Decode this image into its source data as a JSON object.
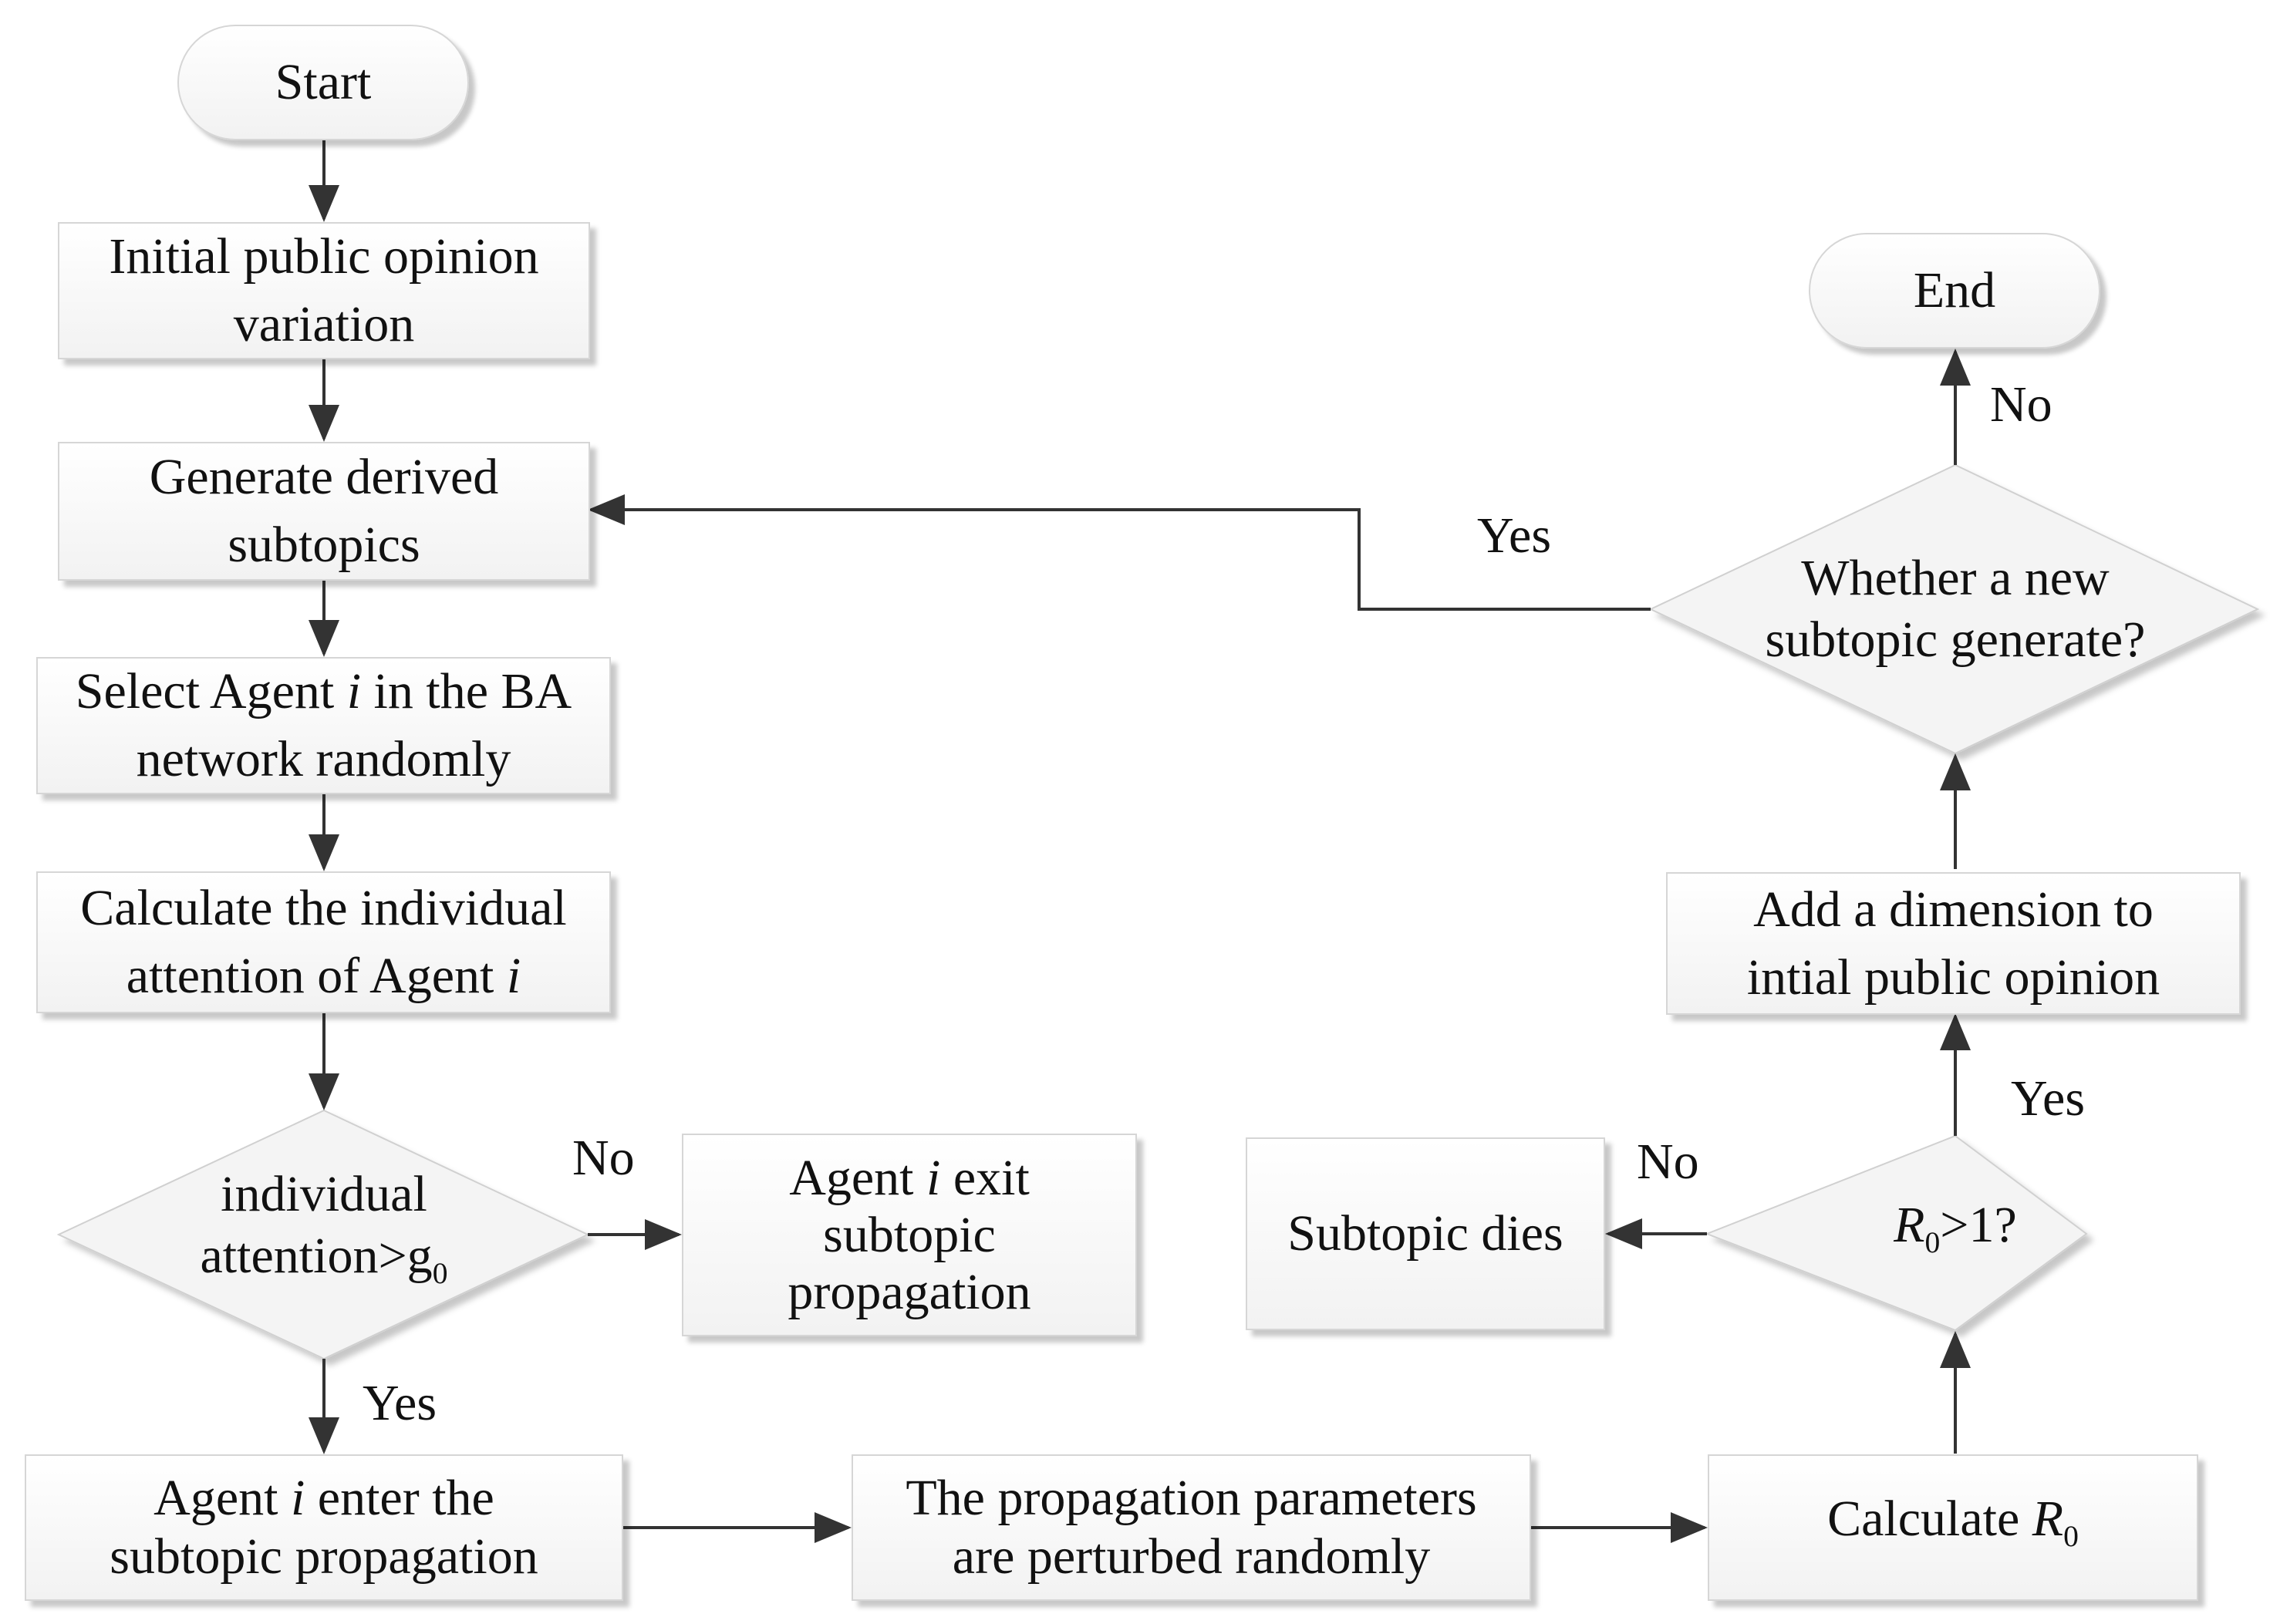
{
  "nodes": {
    "start": {
      "text": "Start"
    },
    "initial": {
      "line1": "Initial public opinion",
      "line2": "variation"
    },
    "generate": {
      "line1": "Generate derived",
      "line2": "subtopics"
    },
    "select": {
      "line1": "Select Agent i in the BA",
      "line2": "network randomly"
    },
    "calc_attention": {
      "line1": "Calculate the individual",
      "line2": "attention of Agent i"
    },
    "decision_attention": {
      "line1": "individual",
      "line2": "attention>g0"
    },
    "exit": {
      "line1": "Agent i exit",
      "line2": "subtopic",
      "line3": "propagation"
    },
    "enter": {
      "line1": "Agent i enter the",
      "line2": "subtopic propagation"
    },
    "perturb": {
      "line1": "The propagation parameters",
      "line2": "are perturbed randomly"
    },
    "calc_r0": {
      "text": "Calculate R0"
    },
    "decision_r0": {
      "text": "R0>1?"
    },
    "dies": {
      "text": "Subtopic dies"
    },
    "add_dimension": {
      "line1": "Add a dimension to",
      "line2": "intial public opinion"
    },
    "decision_new": {
      "line1": "Whether a new",
      "line2": "subtopic generate?"
    },
    "end": {
      "text": "End"
    }
  },
  "edge_labels": {
    "attention_no": "No",
    "attention_yes": "Yes",
    "r0_no": "No",
    "r0_yes": "Yes",
    "new_yes": "Yes",
    "new_no": "No"
  },
  "colors": {
    "line": "#333333",
    "box_border": "#d6d6d6",
    "diamond_fill": "#f4f4f4"
  }
}
